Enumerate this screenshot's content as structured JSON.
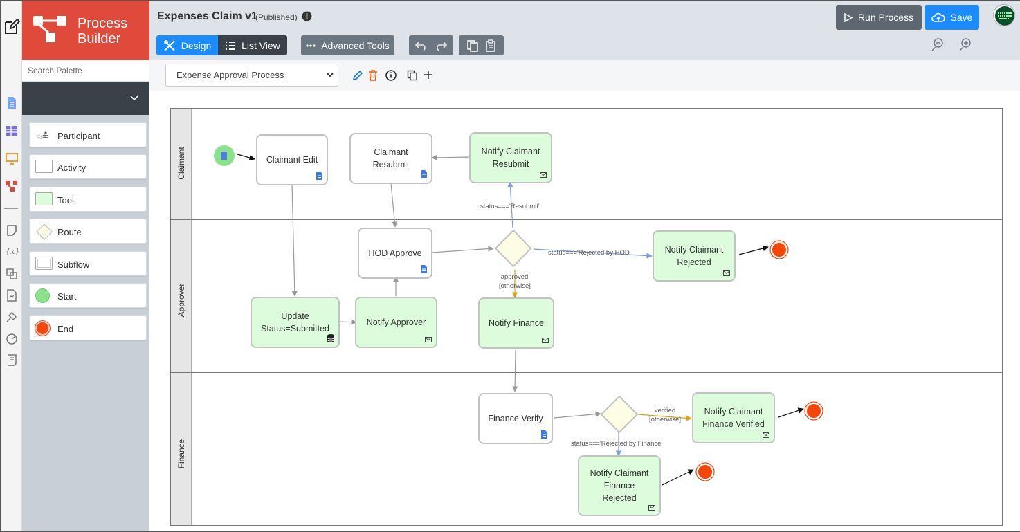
{
  "app": {
    "brand_line1": "Process",
    "brand_line2": "Builder",
    "title": "Expenses Claim v1",
    "status": "(Published)"
  },
  "toolbar": {
    "run_label": "Run Process",
    "save_label": "Save",
    "design_label": "Design",
    "listview_label": "List View",
    "advanced_label": "Advanced Tools"
  },
  "palette": {
    "search_placeholder": "Search Palette",
    "items": [
      {
        "label": "Participant",
        "icon": "participant-icon"
      },
      {
        "label": "Activity",
        "icon": "activity-icon"
      },
      {
        "label": "Tool",
        "icon": "tool-icon"
      },
      {
        "label": "Route",
        "icon": "route-icon"
      },
      {
        "label": "Subflow",
        "icon": "subflow-icon"
      },
      {
        "label": "Start",
        "icon": "start-icon"
      },
      {
        "label": "End",
        "icon": "end-icon"
      }
    ]
  },
  "process_select": {
    "selected": "Expense Approval Process"
  },
  "lanes": [
    "Claimant",
    "Approver",
    "Finance"
  ],
  "nodes": {
    "claimant_edit": "Claimant Edit",
    "claimant_resubmit": "Claimant Resubmit",
    "notify_resubmit": "Notify Claimant Resubmit",
    "hod_approve": "HOD Approve",
    "notify_rejected": "Notify Claimant Rejected",
    "update_status": "Update Status=Submitted",
    "notify_approver": "Notify Approver",
    "notify_finance": "Notify Finance",
    "finance_verify": "Finance Verify",
    "notify_finance_verified": "Notify Claimant Finance Verified",
    "notify_finance_rejected": "Notify Claimant Finance Rejected"
  },
  "transitions": {
    "resubmit": "status==='Resubmit'",
    "rejected_hod": "status==='Rejected by HOD'",
    "approved": "approved",
    "otherwise1": "[otherwise]",
    "verified": "verified",
    "otherwise2": "[otherwise]",
    "rejected_finance": "status==='Rejected by Finance'"
  },
  "colors": {
    "brand": "#e04a3b",
    "primary": "#1a73e8",
    "tool_fill": "#dcfcdc",
    "start": "#8be28b",
    "end": "#f2460a",
    "gateway": "#fdfde6"
  }
}
